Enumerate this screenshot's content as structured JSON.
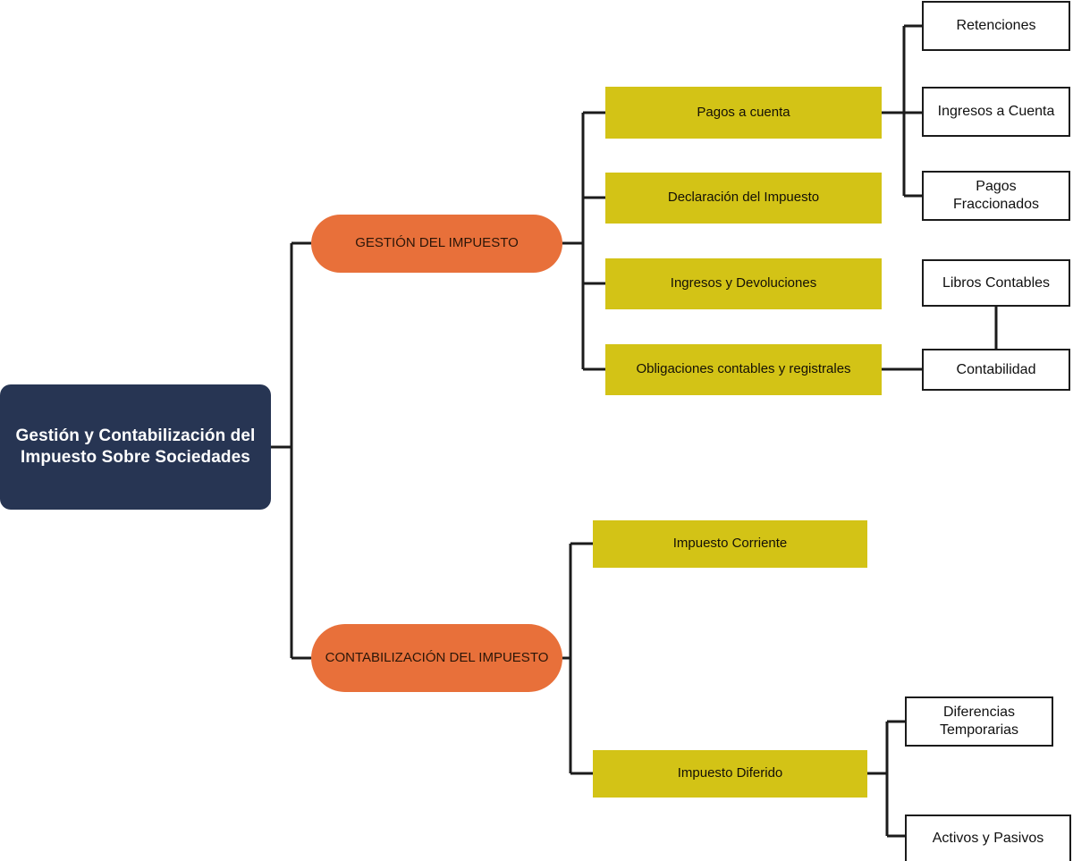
{
  "diagram": {
    "type": "tree-mindmap",
    "orientation": "left-to-right",
    "background_color": "#ffffff",
    "colors": {
      "root": "#273553",
      "root_text": "#ffffff",
      "branch": "#e8703a",
      "branch_text": "#2b1608",
      "topic": "#d3c316",
      "topic_text": "#141007",
      "leaf_fill": "#ffffff",
      "leaf_border": "#1b1b1b",
      "leaf_text": "#101010",
      "connector": "#1b1b1b"
    },
    "root": {
      "label": "Gestión y Contabilización del Impuesto Sobre Sociedades"
    },
    "branches": [
      {
        "label": "GESTIÓN DEL IMPUESTO",
        "topics": [
          {
            "label": "Pagos a cuenta",
            "leaves": [
              {
                "label": "Retenciones"
              },
              {
                "label": "Ingresos a Cuenta"
              },
              {
                "label": "Pagos\nFraccionados"
              }
            ]
          },
          {
            "label": "Declaración del Impuesto",
            "leaves": []
          },
          {
            "label": "Ingresos y Devoluciones",
            "leaves": []
          },
          {
            "label": "Obligaciones contables y registrales",
            "leaves": [
              {
                "label": "Contabilidad"
              }
            ],
            "sub_leaves": [
              {
                "label": "Libros Contables"
              }
            ]
          }
        ]
      },
      {
        "label": "CONTABILIZACIÓN DEL IMPUESTO",
        "topics": [
          {
            "label": "Impuesto Corriente",
            "leaves": []
          },
          {
            "label": "Impuesto Diferido",
            "leaves": [
              {
                "label": "Diferencias\nTemporarias"
              },
              {
                "label": "Activos y Pasivos"
              }
            ]
          }
        ]
      }
    ]
  }
}
